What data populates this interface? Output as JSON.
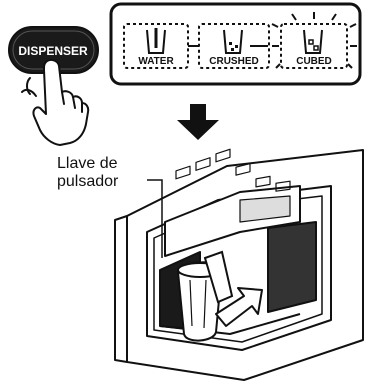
{
  "dispenser_button": {
    "label": "DISPENSER"
  },
  "mode_panel": {
    "modes": [
      {
        "label": "WATER"
      },
      {
        "label": "CRUSHED"
      },
      {
        "label": "CUBED"
      }
    ],
    "selected": "CUBED"
  },
  "callout": {
    "line1": "Llave de",
    "line2": "pulsador"
  },
  "colors": {
    "ink": "#111111",
    "panel_fill": "#ffffff",
    "button_fill": "#1a1a1a"
  },
  "icons": [
    "pointing-hand-icon",
    "down-arrow-icon",
    "glass-icon",
    "push-arrow-icon"
  ]
}
